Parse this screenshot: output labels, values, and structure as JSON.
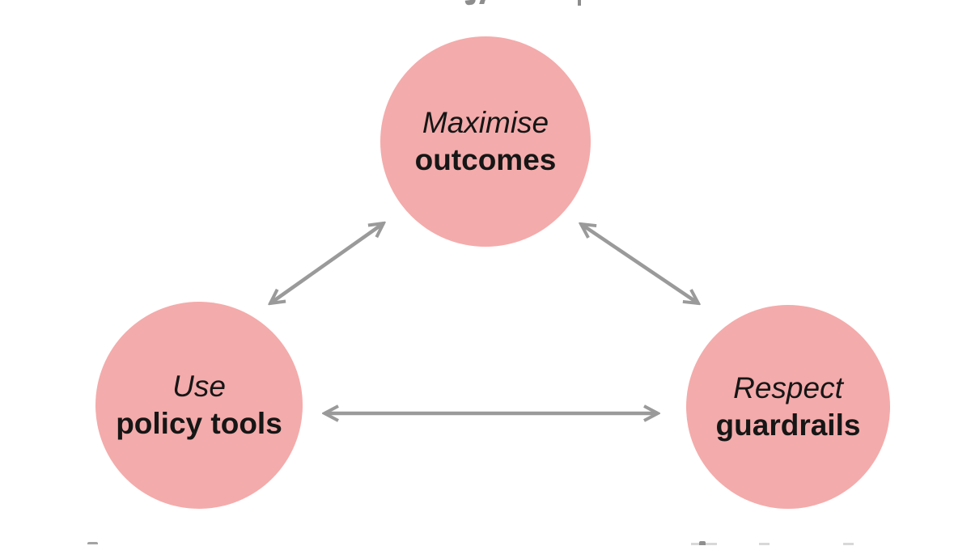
{
  "page": {
    "background": "#ffffff"
  },
  "diagram": {
    "type": "triangle-relationship",
    "colors": {
      "node_fill": "#f4abab",
      "node_text": "#161616",
      "arrow": "#9a9a9a"
    },
    "nodes": [
      {
        "id": "maximise-outcomes",
        "emphasis_line": "Maximise",
        "bold_line": "outcomes",
        "position": "top-center"
      },
      {
        "id": "use-policy-tools",
        "emphasis_line": "Use",
        "bold_line": "policy tools",
        "position": "bottom-left"
      },
      {
        "id": "respect-guardrails",
        "emphasis_line": "Respect",
        "bold_line": "guardrails",
        "position": "bottom-right"
      }
    ],
    "edges": [
      {
        "from": "maximise-outcomes",
        "to": "use-policy-tools",
        "bidirectional": true
      },
      {
        "from": "maximise-outcomes",
        "to": "respect-guardrails",
        "bidirectional": true
      },
      {
        "from": "use-policy-tools",
        "to": "respect-guardrails",
        "bidirectional": true
      }
    ]
  }
}
